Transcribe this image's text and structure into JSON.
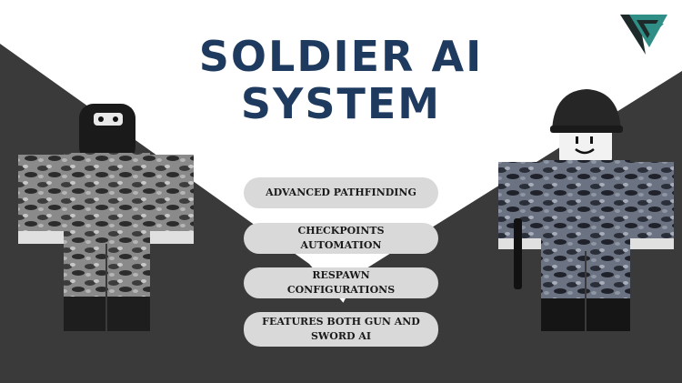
{
  "title_line1": "SOLDIER AI",
  "title_line2": "SYSTEM",
  "features": [
    "ADVANCED PATHFINDING",
    "CHECKPOINTS AUTOMATION",
    "RESPAWN CONFIGURATIONS",
    "FEATURES BOTH GUN AND SWORD AI"
  ],
  "colors": {
    "background_dark": "#3a3a3a",
    "background_light": "#ffffff",
    "title": "#1f3a5f",
    "pill": "#d9d9d9",
    "logo_teal": "#2f8f86",
    "logo_dark": "#1e2a2a"
  },
  "icons": [
    "logo-icon",
    "soldier-masked-figure",
    "soldier-helmet-figure"
  ]
}
